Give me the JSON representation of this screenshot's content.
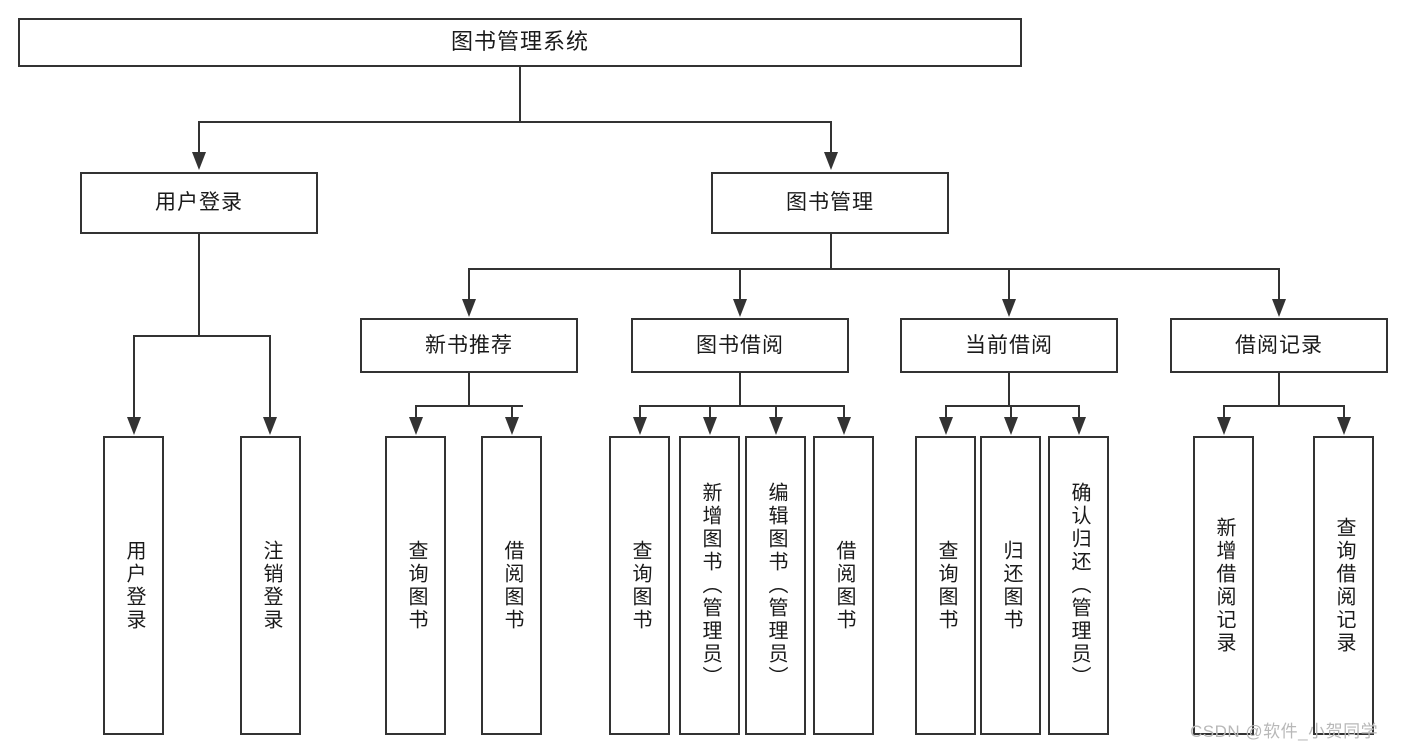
{
  "diagram": {
    "title": "图书管理系统",
    "root": {
      "label": "图书管理系统"
    },
    "level2": [
      {
        "label": "用户登录"
      },
      {
        "label": "图书管理"
      }
    ],
    "level3": [
      {
        "label": "新书推荐"
      },
      {
        "label": "图书借阅"
      },
      {
        "label": "当前借阅"
      },
      {
        "label": "借阅记录"
      }
    ],
    "leaves": {
      "user_login": [
        {
          "label": "用户登录"
        },
        {
          "label": "注销登录"
        }
      ],
      "new_book_recommend": [
        {
          "label": "查询图书"
        },
        {
          "label": "借阅图书"
        }
      ],
      "book_borrow": [
        {
          "label": "查询图书"
        },
        {
          "label": "新增图书（管理员）"
        },
        {
          "label": "编辑图书（管理员）"
        },
        {
          "label": "借阅图书"
        }
      ],
      "current_borrow": [
        {
          "label": "查询图书"
        },
        {
          "label": "归还图书"
        },
        {
          "label": "确认归还（管理员）"
        }
      ],
      "borrow_record": [
        {
          "label": "新增借阅记录"
        },
        {
          "label": "查询借阅记录"
        }
      ]
    }
  },
  "watermark": {
    "text": "CSDN @软件_小贺同学"
  },
  "colors": {
    "stroke": "#333333",
    "background": "#ffffff",
    "text": "#1a1a1a",
    "watermark": "#b8b8b8"
  }
}
